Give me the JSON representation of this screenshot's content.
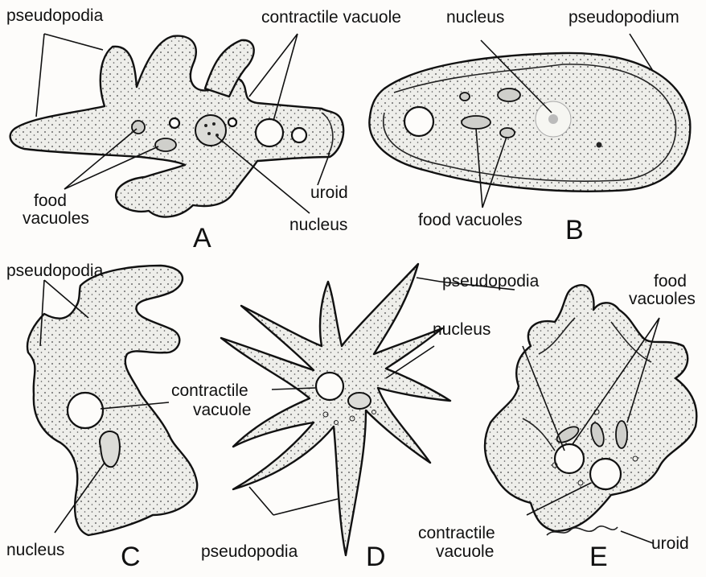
{
  "labels": {
    "a_pseudopodia": "pseudopodia",
    "a_contractile_vacuole": "contractile vacuole",
    "a_food_vacuoles_1": "food",
    "a_food_vacuoles_2": "vacuoles",
    "a_uroid": "uroid",
    "a_nucleus": "nucleus",
    "a_letter": "A",
    "b_nucleus": "nucleus",
    "b_pseudopodium": "pseudopodium",
    "b_food_vacuoles": "food vacuoles",
    "b_letter": "B",
    "c_pseudopodia": "pseudopodia",
    "c_contractile_1": "contractile",
    "c_contractile_2": "vacuole",
    "c_nucleus": "nucleus",
    "c_letter": "C",
    "d_pseudopodia_top": "pseudopodia",
    "d_nucleus": "nucleus",
    "d_pseudopodia_bottom": "pseudopodia",
    "d_letter": "D",
    "e_food_1": "food",
    "e_food_2": "vacuoles",
    "e_contractile_1": "contractile",
    "e_contractile_2": "vacuole",
    "e_uroid": "uroid",
    "e_letter": "E"
  }
}
